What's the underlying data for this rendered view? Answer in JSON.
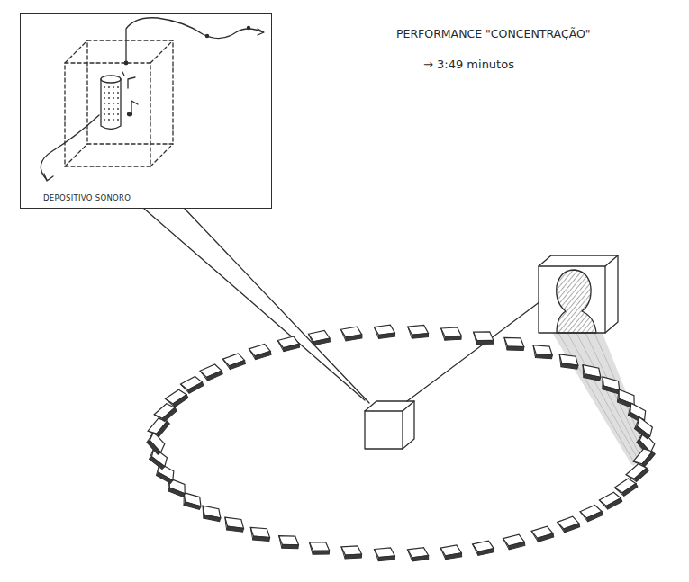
{
  "diagram": {
    "title": "PERFORMANCE \"CONCENTRAÇÃO\"",
    "nodes": [
      {
        "text": [
          "DEPOSITIVO SONORO"
        ]
      }
    ],
    "labels": [
      "→ 3:49 minutos"
    ]
  }
}
